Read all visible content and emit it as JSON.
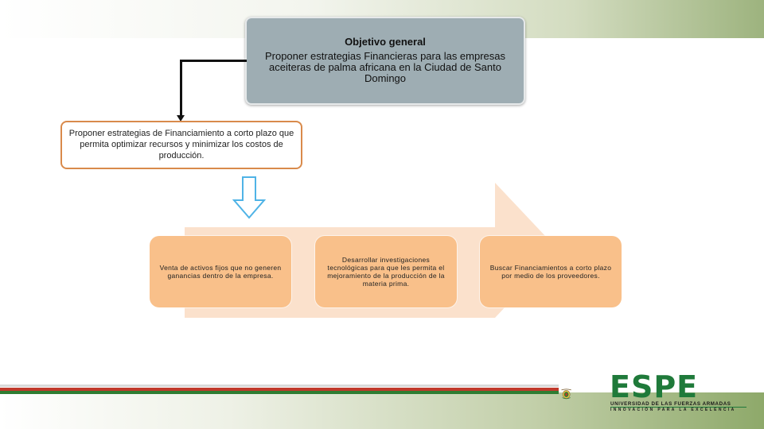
{
  "objective": {
    "title": "Objetivo general",
    "text": "Proponer estrategias Financieras para las empresas aceiteras de palma africana en la Ciudad de  Santo Domingo"
  },
  "short_term": {
    "text": "Proponer estrategias de Financiamiento a corto plazo que permita optimizar recursos y minimizar los costos de producción."
  },
  "strategies": [
    {
      "text": "Venta de activos fijos que no generen ganancias dentro de la empresa."
    },
    {
      "text": "Desarrollar investigaciones tecnológicas para que les permita el mejoramiento de la producción de la materia prima."
    },
    {
      "text": "Buscar Financiamientos a corto plazo por medio de los proveedores."
    }
  ],
  "logo": {
    "name": "ESPE",
    "university": "UNIVERSIDAD DE LAS FUERZAS ARMADAS",
    "motto": "INNOVACIÓN PARA LA EXCELENCIA"
  },
  "colors": {
    "objective_box": "#9eadb3",
    "card_fill": "#f9c08a",
    "big_arrow": "#fbe1cc",
    "border_orange": "#d98a4b",
    "down_arrow": "#4fb3e6",
    "espe_green": "#1f7a3a"
  }
}
